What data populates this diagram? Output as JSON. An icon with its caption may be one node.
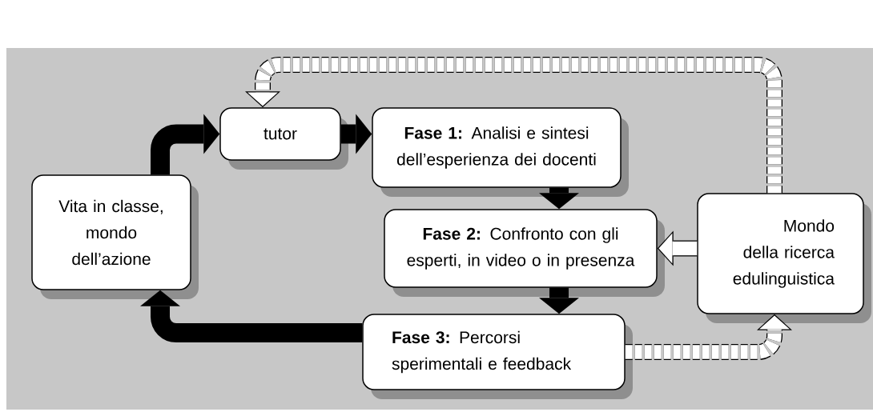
{
  "diagram": {
    "nodes": [
      {
        "text": [
          "Vita in classe, mondo dell’azione"
        ]
      },
      {
        "text": [
          "tutor"
        ]
      },
      {
        "text": [
          "**Fase 1:** Analisi e sintesi dell’esperienza dei docenti"
        ]
      },
      {
        "text": [
          "**Fase 2:** Confronto con gli esperti, in video o in presenza"
        ]
      },
      {
        "text": [
          "Mondo della ricerca edulinguistica"
        ]
      },
      {
        "text": [
          "**Fase 3:** Percorsi sperimentali e feedback"
        ]
      }
    ],
    "edges": [
      {
        "from": 0,
        "to": 1,
        "arrow": "to"
      },
      {
        "from": 1,
        "to": 2,
        "arrow": "to"
      },
      {
        "from": 2,
        "to": 3,
        "arrow": "to"
      },
      {
        "from": 3,
        "to": 5,
        "arrow": "to"
      },
      {
        "from": 5,
        "to": 0,
        "arrow": "to"
      },
      {
        "from": 4,
        "to": 3,
        "arrow": "to",
        "color": "#ffffff"
      },
      {
        "from": 4,
        "to": 1,
        "arrow": "to",
        "style": "dashed",
        "color": "#ffffff"
      },
      {
        "from": 5,
        "to": 4,
        "arrow": "to",
        "style": "dashed",
        "color": "#ffffff"
      }
    ]
  }
}
